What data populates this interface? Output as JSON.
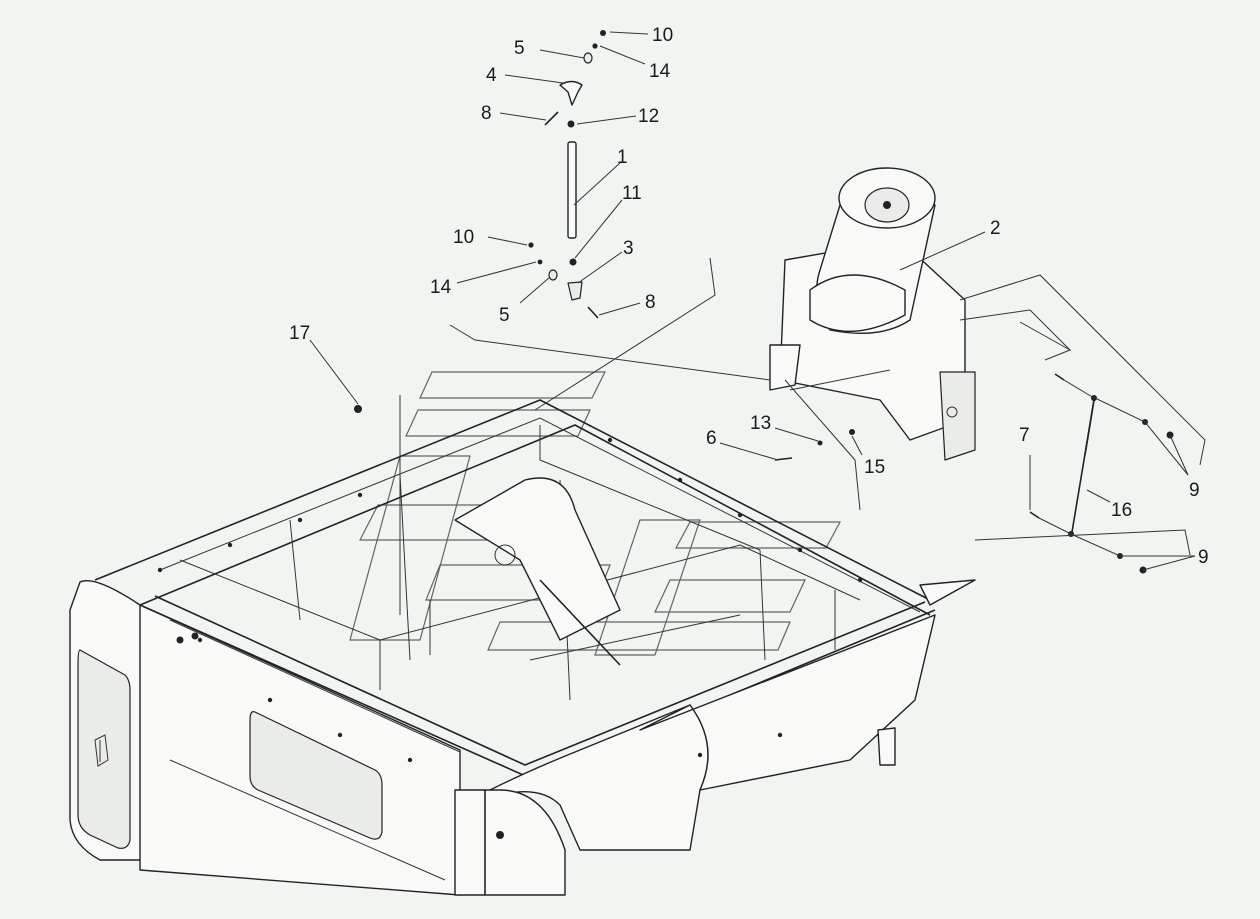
{
  "diagram": {
    "type": "exploded-parts-drawing",
    "line_color": "#222222",
    "background_color": "#f1f5f1",
    "callouts": [
      {
        "id": "c-10a",
        "label": "10"
      },
      {
        "id": "c-5a",
        "label": "5"
      },
      {
        "id": "c-14a",
        "label": "14"
      },
      {
        "id": "c-4",
        "label": "4"
      },
      {
        "id": "c-8a",
        "label": "8"
      },
      {
        "id": "c-12",
        "label": "12"
      },
      {
        "id": "c-1",
        "label": "1"
      },
      {
        "id": "c-11",
        "label": "11"
      },
      {
        "id": "c-10b",
        "label": "10"
      },
      {
        "id": "c-3",
        "label": "3"
      },
      {
        "id": "c-14b",
        "label": "14"
      },
      {
        "id": "c-8b",
        "label": "8"
      },
      {
        "id": "c-5b",
        "label": "5"
      },
      {
        "id": "c-2",
        "label": "2"
      },
      {
        "id": "c-17",
        "label": "17"
      },
      {
        "id": "c-13",
        "label": "13"
      },
      {
        "id": "c-6",
        "label": "6"
      },
      {
        "id": "c-15",
        "label": "15"
      },
      {
        "id": "c-7",
        "label": "7"
      },
      {
        "id": "c-9a",
        "label": "9"
      },
      {
        "id": "c-16",
        "label": "16"
      },
      {
        "id": "c-9b",
        "label": "9"
      }
    ]
  }
}
